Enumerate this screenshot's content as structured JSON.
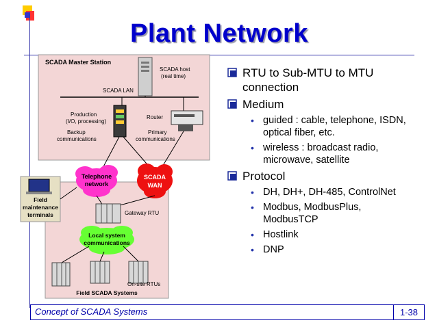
{
  "title": "Plant Network",
  "diagram": {
    "master_station": "SCADA Master Station",
    "scada_host": "SCADA host",
    "real_time": "(real time)",
    "scada_lan": "SCADA LAN",
    "production": "Production",
    "io_processing": "(I/O, processing)",
    "router": "Router",
    "backup": "Backup",
    "backup_comm": "communications",
    "primary": "Primary",
    "primary_comm": "communications",
    "telephone": "Telephone",
    "telephone_net": "network",
    "scada": "SCADA",
    "wan": "WAN",
    "field": "Field",
    "maintenance": "maintenance",
    "terminals": "terminals",
    "gateway_rtu": "Gateway RTU",
    "local_system": "Local system",
    "local_comm": "communications",
    "onsite_rtus": "On-site RTUs",
    "field_systems": "Field SCADA Systems"
  },
  "bullets": {
    "item1": "RTU to Sub-MTU to MTU connection",
    "item2": "Medium",
    "item2_sub1": "guided : cable, telephone, ISDN, optical fiber, etc.",
    "item2_sub2": "wireless : broadcast radio, microwave, satellite",
    "item3": "Protocol",
    "item3_sub1": "DH, DH+, DH-485, ControlNet",
    "item3_sub2": "Modbus, ModbusPlus, ModbusTCP",
    "item3_sub3": "Hostlink",
    "item3_sub4": "DNP",
    "sub_marker": "•"
  },
  "footer": {
    "text": "Concept of SCADA Systems",
    "page": "1-38"
  },
  "colors": {
    "title": "#0000cc",
    "pink_panel": "#f3d6d6",
    "telephone_cloud": "#ff33cc",
    "wan_cloud": "#ee1111",
    "local_cloud": "#66ff33",
    "footer_text": "#0000aa"
  }
}
